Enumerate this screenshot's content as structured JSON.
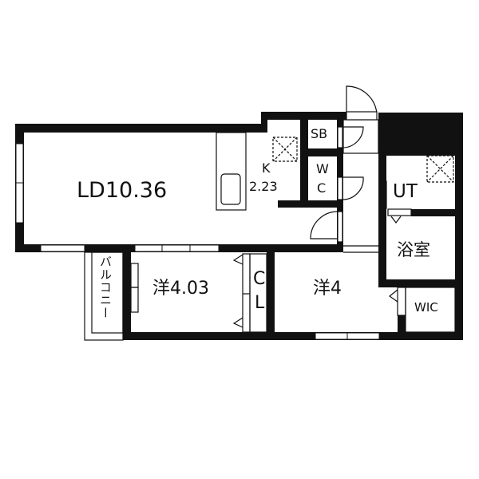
{
  "plan": {
    "rooms": {
      "living_dining": {
        "name": "LD",
        "size": "10.36",
        "label": "LD10.36"
      },
      "kitchen": {
        "name": "K",
        "size": "2.23"
      },
      "shoe_box": {
        "label": "SB"
      },
      "toilet": {
        "line1": "W",
        "line2": "C"
      },
      "utility": {
        "label": "UT"
      },
      "bathroom": {
        "label": "浴室"
      },
      "western_room_1": {
        "label": "洋4.03"
      },
      "closet": {
        "line1": "C",
        "line2": "L"
      },
      "western_room_2": {
        "label": "洋4"
      },
      "walk_in_closet": {
        "label": "WIC"
      },
      "balcony": {
        "label": "バルコニー"
      }
    },
    "colors": {
      "wall": "#111111",
      "background": "#ffffff"
    }
  }
}
